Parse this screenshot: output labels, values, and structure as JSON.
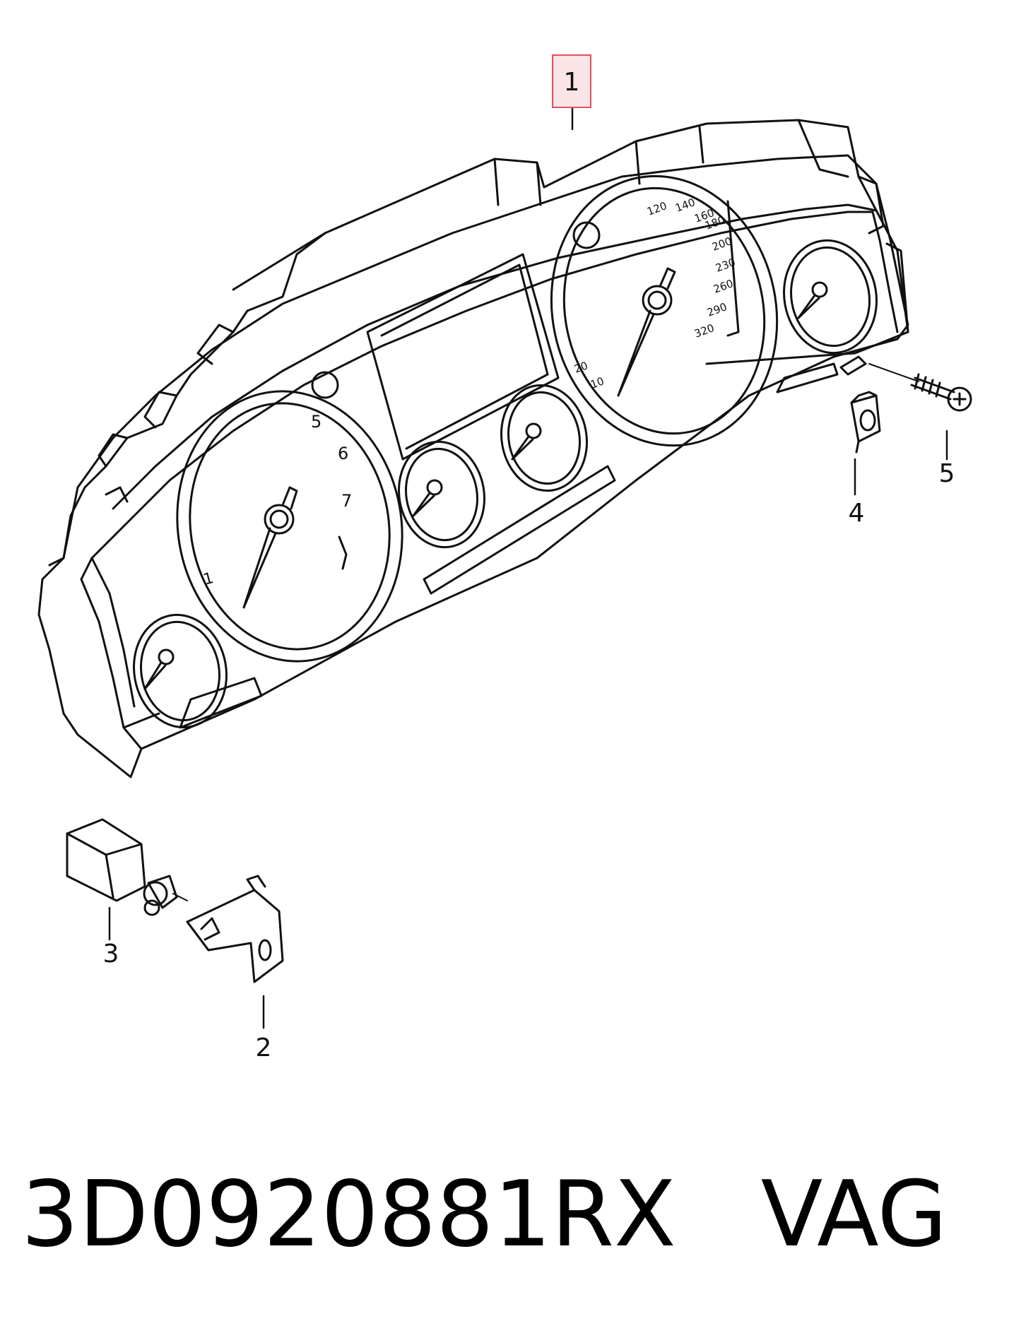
{
  "callouts": {
    "c1": "1",
    "c2": "2",
    "c3": "3",
    "c4": "4",
    "c5": "5"
  },
  "highlighted_callout": "1",
  "highlight_color": "#e05060",
  "tachometer": {
    "labels": [
      "1",
      "5",
      "6",
      "7"
    ]
  },
  "speedometer": {
    "labels": [
      "10",
      "20",
      "120",
      "140",
      "160",
      "180",
      "200",
      "230",
      "260",
      "290",
      "320"
    ]
  },
  "caption": {
    "part_number": "3D0920881RX",
    "brand": "VAG"
  }
}
